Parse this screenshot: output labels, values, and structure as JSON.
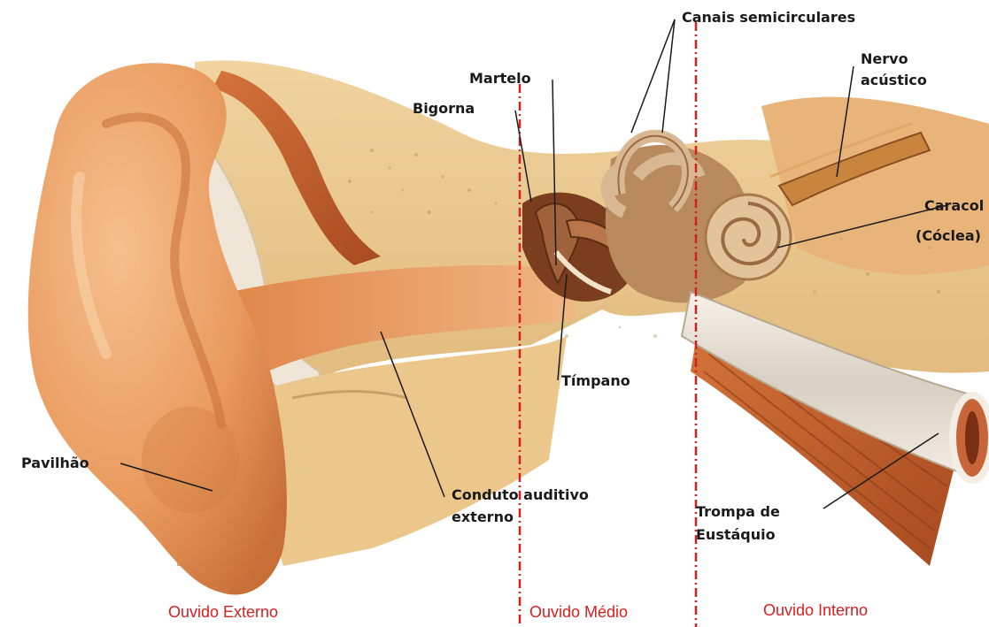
{
  "labels": {
    "canais": "Canais semicirculares",
    "nervo_1": "Nervo",
    "nervo_2": "acústico",
    "martelo": "Martelo",
    "bigorna": "Bigorna",
    "caracol_1": "Caracol",
    "caracol_2": "(Cóclea)",
    "timpano": "Tímpano",
    "pavilhao": "Pavilhão",
    "conduto_1": "Conduto auditivo",
    "conduto_2": "externo",
    "trompa_1": "Trompa de",
    "trompa_2": "Eustáquio"
  },
  "regions": {
    "externo": "Ouvido Externo",
    "medio": "Ouvido Médio",
    "interno": "Ouvido Interno"
  },
  "colors": {
    "divider": "#d62020",
    "skin": "#e89a5c",
    "bone": "#e8c48a",
    "muscle": "#c8642e",
    "cartilage": "#f0e6d8"
  }
}
